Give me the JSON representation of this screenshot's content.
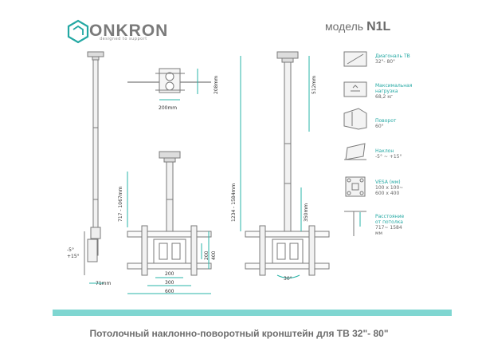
{
  "brand": {
    "name": "ONKRON",
    "tagline": "designed to support"
  },
  "model": {
    "prefix": "модель",
    "code": "N1L"
  },
  "specs": [
    {
      "label": "Диагональ ТВ",
      "value": "32\"- 80\"",
      "icon": "tv-diagonal-icon"
    },
    {
      "label": "Максимальная нагрузка",
      "value": "68,2 кг",
      "icon": "max-load-icon"
    },
    {
      "label": "Поворот",
      "value": "60°",
      "icon": "swivel-icon"
    },
    {
      "label": "Наклон",
      "value": "-5° ~ +15°",
      "icon": "tilt-icon"
    },
    {
      "label": "VESA (мм)",
      "value": "100 x 100~ 600 x 400",
      "icon": "vesa-icon"
    },
    {
      "label": "Расстояние от потолка",
      "value": "717~ 1584 мм",
      "icon": "ceiling-distance-icon"
    }
  ],
  "dimensions": {
    "top_width": "200mm",
    "top_height": "208mm",
    "side_tilt": "-5°\n+15°",
    "side_depth": "71mm",
    "front_height": "717 - 1067mm",
    "front_vesa_w1": "200",
    "front_vesa_w2": "300",
    "front_vesa_w3": "600",
    "front_vesa_h1": "200",
    "front_vesa_h2": "400",
    "right_total": "1234 - 1584mm",
    "right_top": "512mm",
    "right_mid": "350mm",
    "right_swivel": "30°"
  },
  "caption": "Потолочный наклонно-поворотный кронштейн для ТВ 32\"- 80\"",
  "colors": {
    "accent": "#23a8a3",
    "rule": "#7fd6d1",
    "line": "#7a7a7a",
    "dimline": "#2ab5a8"
  }
}
